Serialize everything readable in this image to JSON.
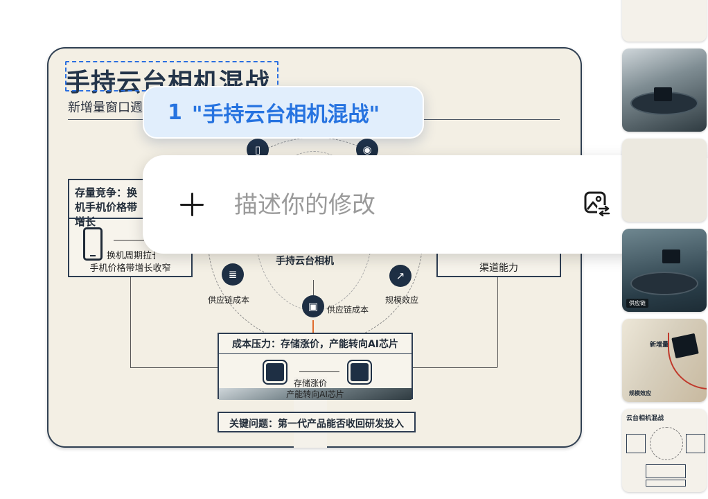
{
  "slide": {
    "title": "手持云台相机混战",
    "subtitle": "新增量窗口週",
    "left_box": {
      "heading": "存量竞争：换机手机价格带增长",
      "middle_text": "换机周期拉长",
      "footer_text": "手机价格带增长收窄"
    },
    "right_box": {
      "text": "渠道能力"
    },
    "hub": {
      "label": "手持云台相机",
      "left_node_label": "供应链成本",
      "bottom_node_label": "供应链成本",
      "right_node_label": "规模效应"
    },
    "cost_box": {
      "heading": "成本压力：存储涨价，产能转向AI芯片",
      "line1": "存储涨价",
      "line2": "产能转向AI芯片"
    },
    "key_box": {
      "text": "关键问题：第一代产品能否收回研发投入"
    }
  },
  "callout": {
    "number": "1",
    "text": "\"手持云台相机混战\""
  },
  "edit_bar": {
    "placeholder": "描述你的修改"
  },
  "thumbnails": [
    {
      "caption": ""
    },
    {
      "caption": "",
      "badge": ""
    },
    {
      "caption": ""
    },
    {
      "caption": "",
      "badge": "供应链"
    },
    {
      "caption": "新增量",
      "badge": "规模效应"
    },
    {
      "caption": "云台相机混战"
    }
  ],
  "colors": {
    "accent_blue": "#2673e0",
    "callout_bg": "#e1eefc",
    "slide_bg": "#f3efe4",
    "navy": "#1e2f44",
    "arrow_orange": "#e06a2b"
  },
  "icons": {
    "plus": "plus-icon",
    "image_replace": "image-swap-icon",
    "eraser": "eraser-icon"
  }
}
